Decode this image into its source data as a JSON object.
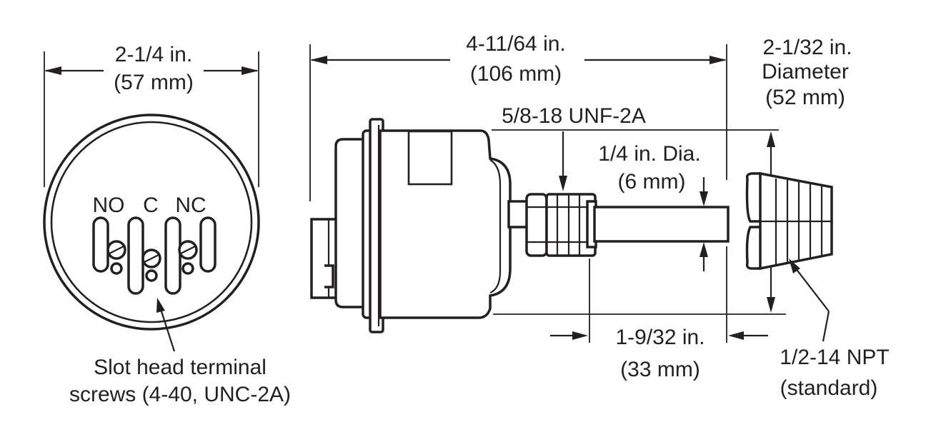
{
  "dimensions": {
    "width_front": {
      "line1": "2-1/4 in.",
      "line2": "(57 mm)"
    },
    "overall_length": {
      "line1": "4-11/64 in.",
      "line2": "(106 mm)"
    },
    "nut_diameter": {
      "line1": "2-1/32 in.",
      "line2": "Diameter",
      "line3": "(52 mm)"
    },
    "thread": {
      "line1": "5/8-18 UNF-2A"
    },
    "shaft_diameter": {
      "line1": "1/4 in. Dia.",
      "line2": "(6 mm)"
    },
    "shaft_length": {
      "line1": "1-9/32 in.",
      "line2": "(33 mm)"
    }
  },
  "terminals": {
    "no": "NO",
    "c": "C",
    "nc": "NC"
  },
  "callouts": {
    "screws": {
      "line1": "Slot head terminal",
      "line2": "screws (4-40, UNC-2A)"
    },
    "npt": {
      "line1": "1/2-14 NPT",
      "line2": "(standard)"
    }
  }
}
